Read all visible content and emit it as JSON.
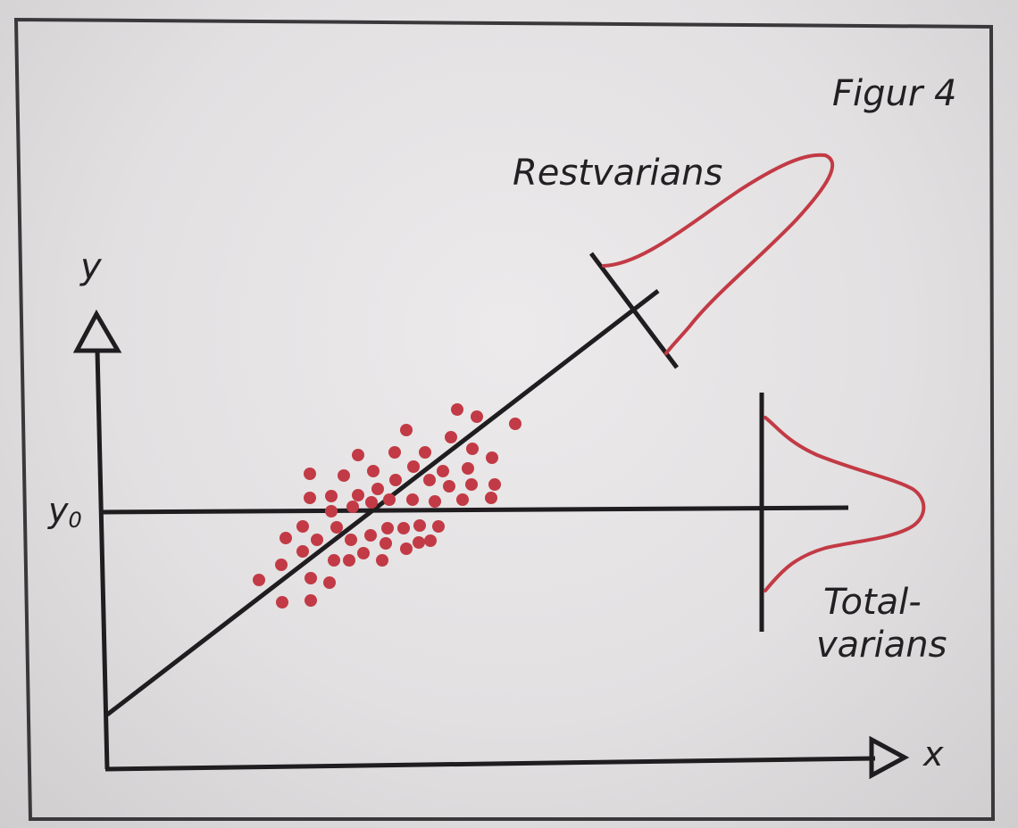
{
  "figure": {
    "label": "Figur 4"
  },
  "axes": {
    "x_label": "x",
    "y_label": "y",
    "y0_label_base": "y",
    "y0_label_sub": "0"
  },
  "annotations": {
    "residual": "Restvarians",
    "total_line1": "Total-",
    "total_line2": "varians"
  },
  "colors": {
    "ink": "#1f1d1f",
    "accent": "#c23a45",
    "frame": "#3a383a"
  }
}
